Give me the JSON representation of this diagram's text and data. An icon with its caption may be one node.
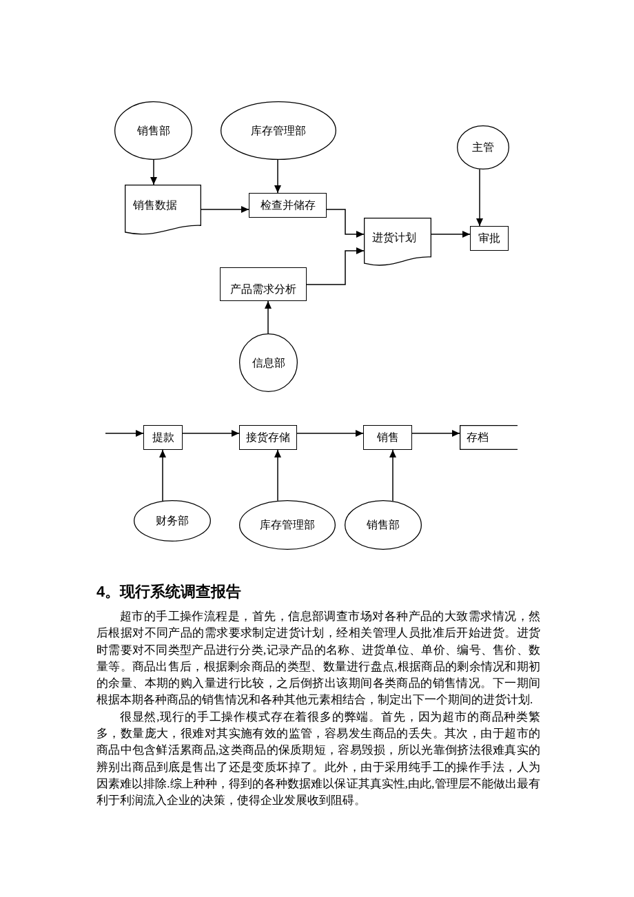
{
  "diagram": {
    "nodes": [
      {
        "text": [
          "销售部"
        ]
      },
      {
        "text": [
          "库存管理部"
        ]
      },
      {
        "text": [
          "主管"
        ]
      },
      {
        "text": [
          "销售数据"
        ]
      },
      {
        "text": [
          "检查并储存"
        ]
      },
      {
        "text": [
          "进货计划"
        ]
      },
      {
        "text": [
          "审批"
        ]
      },
      {
        "text": [
          "产品需求分析"
        ]
      },
      {
        "text": [
          "信息部"
        ]
      },
      {
        "text": [
          "提款"
        ]
      },
      {
        "text": [
          "接货存储"
        ]
      },
      {
        "text": [
          "销售"
        ]
      },
      {
        "text": [
          "存档"
        ]
      },
      {
        "text": [
          "财务部"
        ]
      },
      {
        "text": [
          "库存管理部"
        ]
      },
      {
        "text": [
          "销售部"
        ]
      }
    ],
    "edges": [
      {
        "from": 0,
        "to": 3,
        "arrow": "to"
      },
      {
        "from": 1,
        "to": 4,
        "arrow": "to"
      },
      {
        "from": 3,
        "to": 4,
        "arrow": "to"
      },
      {
        "from": 4,
        "to": 5,
        "arrow": "to"
      },
      {
        "from": 7,
        "to": 5,
        "arrow": "to"
      },
      {
        "from": 5,
        "to": 6,
        "arrow": "to"
      },
      {
        "from": 2,
        "to": 6,
        "arrow": "to"
      },
      {
        "from": 8,
        "to": 7,
        "arrow": "to"
      },
      {
        "from": null,
        "to": 9,
        "arrow": "to"
      },
      {
        "from": 9,
        "to": 10,
        "arrow": "to"
      },
      {
        "from": 10,
        "to": 11,
        "arrow": "to"
      },
      {
        "from": 11,
        "to": 12,
        "arrow": "to"
      },
      {
        "from": 13,
        "to": 9,
        "arrow": "to"
      },
      {
        "from": 14,
        "to": 10,
        "arrow": "to"
      },
      {
        "from": 15,
        "to": 11,
        "arrow": "to"
      }
    ],
    "labels": [
      "4。现行系统调查报告",
      "超市的手工操作流程是，首先，信息部调查市场对各种产品的大致需求情况，然后根据对不同产品的需求要求制定进货计划，经相关管理人员批准后开始进货。进货时需要对不同类型产品进行分类,记录产品的名称、进货单位、单价、编号、售价、数量等。商品出售后，根据剩余商品的类型、数量进行盘点,根据商品的剩余情况和期初的余量、本期的购入量进行比较，之后倒挤出该期间各类商品的销售情况。下一期间根据本期各种商品的销售情况和各种其他元素相结合，制定出下一个期间的进货计划.",
      "很显然,现行的手工操作模式存在着很多的弊端。首先，因为超市的商品种类繁多，数量庞大，很难对其实施有效的监管，容易发生商品的丢失。其次，由于超市的商品中包含鲜活累商品,这类商品的保质期短，容易毁损，所以光靠倒挤法很难真实的辨别出商品到底是售出了还是变质坏掉了。此外，由于采用纯手工的操作手法，人为因素难以排除.综上种种，得到的各种数据难以保证其真实性,由此,管理层不能做出最有利于利润流入企业的决策，使得企业发展收到阻碍。"
    ]
  }
}
